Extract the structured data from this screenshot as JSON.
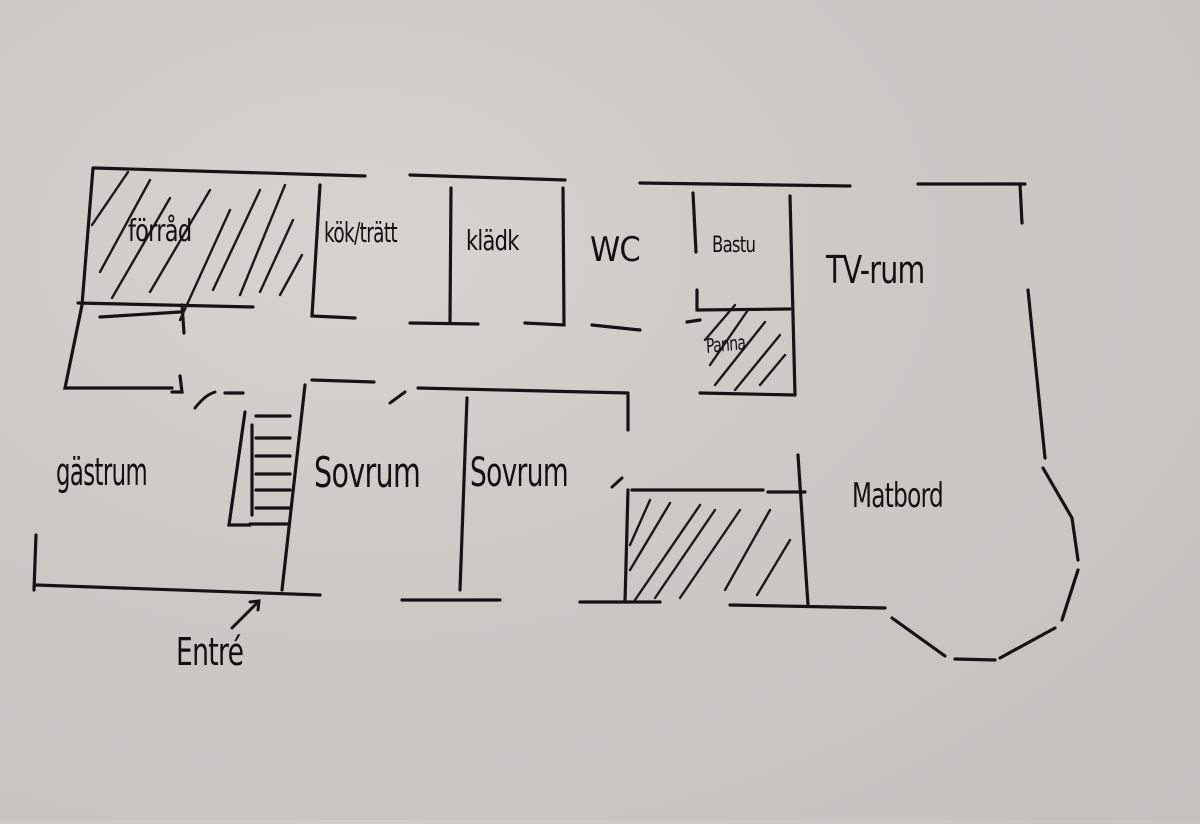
{
  "diagram": {
    "type": "hand-drawn floor plan",
    "ink_color": "#141414",
    "paper_color": "#cbc9c4",
    "rooms": [
      {
        "id": "forrad",
        "label": "förråd",
        "hatched": true
      },
      {
        "id": "kok",
        "label": "kök/trätt"
      },
      {
        "id": "kladk",
        "label": "klädk"
      },
      {
        "id": "wc",
        "label": "WC"
      },
      {
        "id": "bastu",
        "label": "Bastu"
      },
      {
        "id": "panna",
        "label": "Panna",
        "hatched": true
      },
      {
        "id": "tvrum",
        "label": "TV-rum"
      },
      {
        "id": "gastrum",
        "label": "gästrum"
      },
      {
        "id": "trappa",
        "label": "",
        "symbol": "stairs"
      },
      {
        "id": "sovrum1",
        "label": "Sovrum"
      },
      {
        "id": "sovrum2",
        "label": "Sovrum"
      },
      {
        "id": "schakt",
        "label": "",
        "hatched": true
      },
      {
        "id": "matbord",
        "label": "Matbord"
      },
      {
        "id": "entre",
        "label": "Entré",
        "arrow": true
      }
    ]
  }
}
